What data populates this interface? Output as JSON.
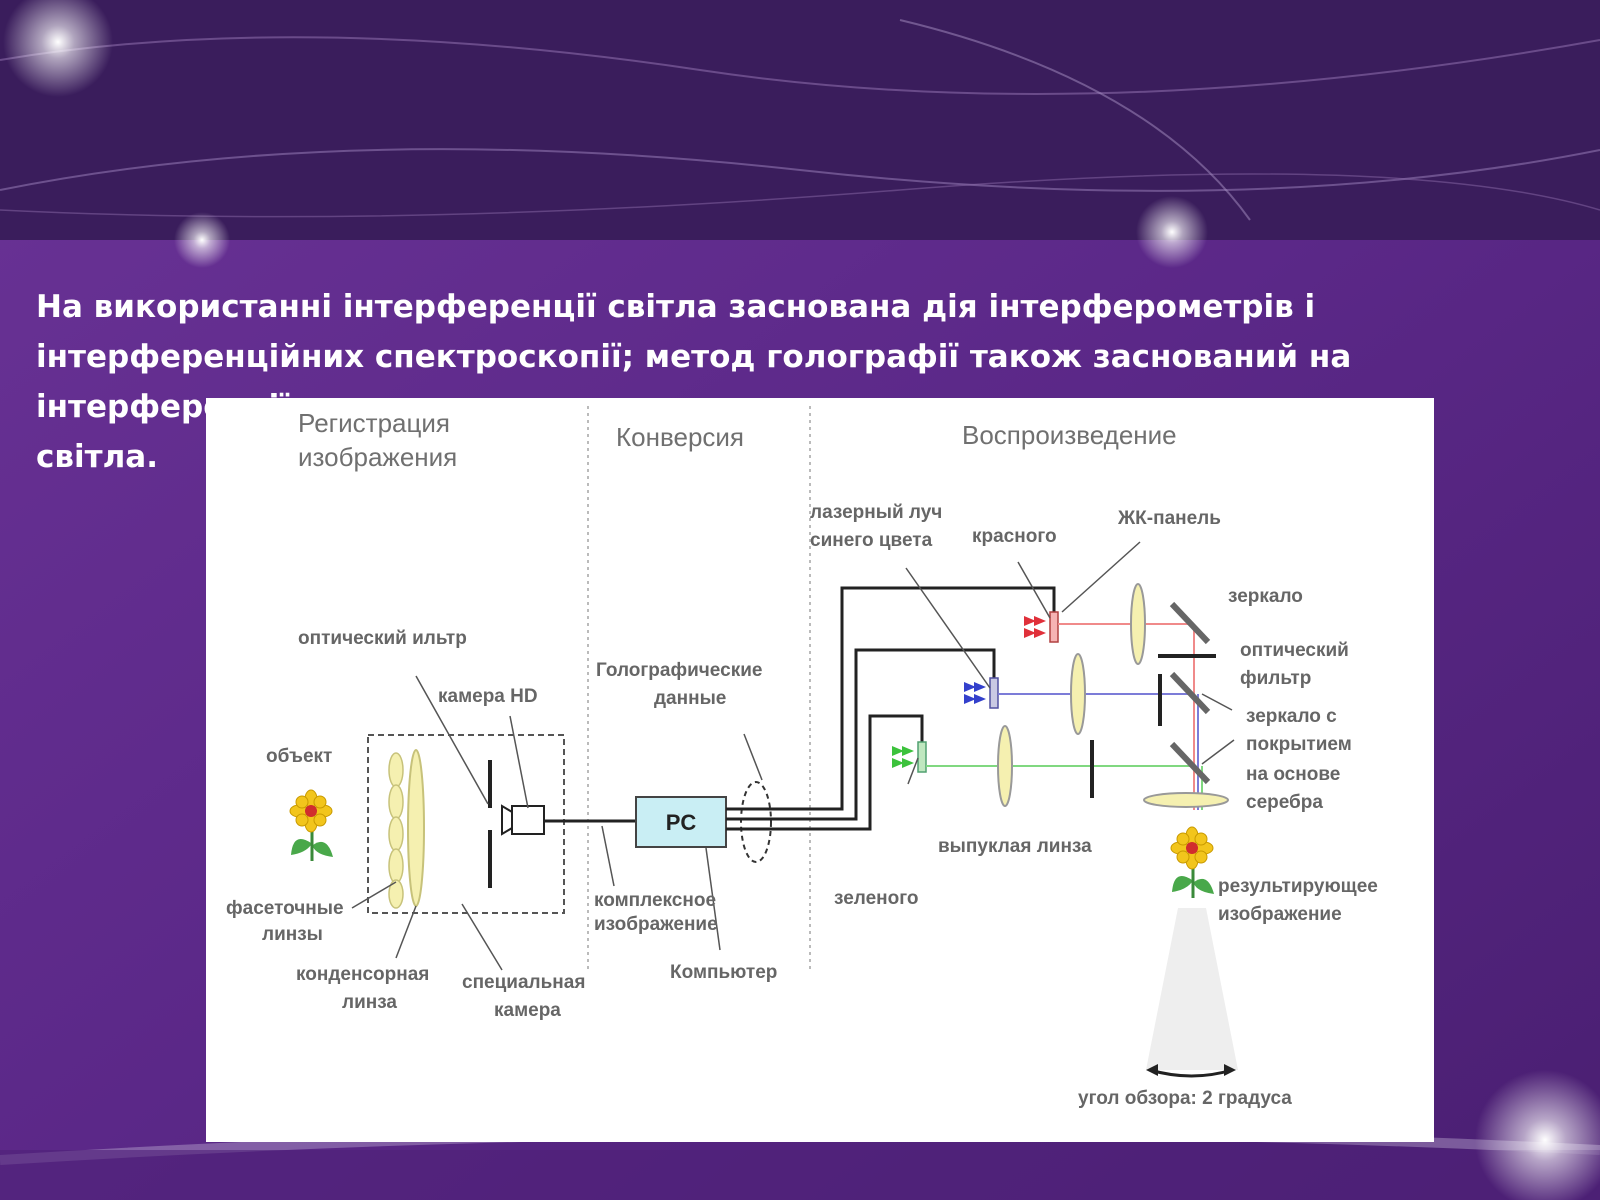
{
  "slide": {
    "text_lines": [
      " На використанні інтерференції світла заснована дія інтерферометрів і",
      "інтерференційних спектроскопії; метод голографії також заснований на інтерференції",
      "світла."
    ]
  },
  "diagram": {
    "sections": {
      "registration_line1": "Регистрация",
      "registration_line2": "изображения",
      "conversion": "Конверсия",
      "playback": "Воспроизведение"
    },
    "labels": {
      "optical_filter": "оптический ильтр",
      "camera_hd": "камера HD",
      "object": "объект",
      "facet_lenses_1": "фасеточные",
      "facet_lenses_2": "линзы",
      "condenser_1": "конденсорная",
      "condenser_2": "линза",
      "special_camera_1": "специальная",
      "special_camera_2": "камера",
      "holo_data_1": "Голографические",
      "holo_data_2": "данные",
      "pc": "PC",
      "complex_image_1": "комплексное",
      "complex_image_2": "изображение",
      "computer": "Компьютер",
      "laser_blue_1": "лазерный луч",
      "laser_blue_2": "синего цвета",
      "red": "красного",
      "lcd_panel": "ЖК-панель",
      "mirror": "зеркало",
      "opt_filter_1": "оптический",
      "opt_filter_2": "фильтр",
      "silver_mirror_1": "зеркало с",
      "silver_mirror_2": "покрытием",
      "silver_mirror_3": "на основе",
      "silver_mirror_4": "серебра",
      "convex_lens": "выпуклая линза",
      "green": "зеленого",
      "result_1": "результирующее",
      "result_2": "изображение",
      "view_angle": "угол обзора: 2 градуса"
    },
    "colors": {
      "red": "#e0303a",
      "blue": "#3340cc",
      "green": "#3cc23c"
    }
  }
}
